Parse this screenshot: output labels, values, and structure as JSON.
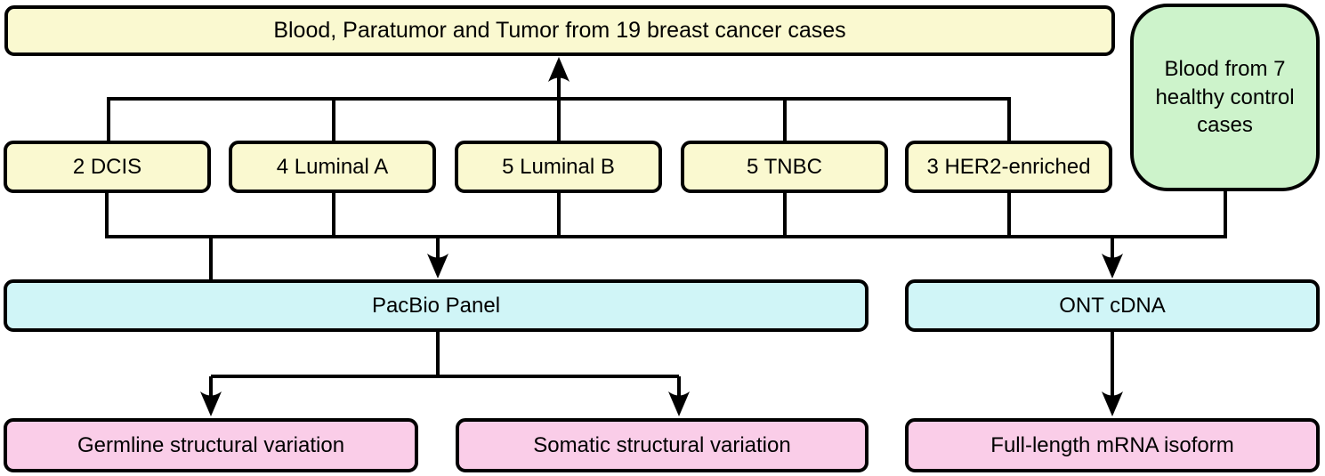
{
  "figure": {
    "nodes": {
      "source": "Blood, Paratumor and Tumor from 19 breast cancer cases",
      "healthy_control": "Blood from 7 healthy control cases",
      "dcis": "2 DCIS",
      "luminal_a": "4 Luminal A",
      "luminal_b": "5 Luminal B",
      "tnbc": "5 TNBC",
      "her2": "3 HER2-enriched",
      "pacbio": "PacBio Panel",
      "ont": "ONT cDNA",
      "germline": "Germline structural variation",
      "somatic": "Somatic structural variation",
      "isoform": "Full-length mRNA isoform"
    },
    "colors": {
      "sample_yellow": "#FAF9D0",
      "control_green": "#CDF3CB",
      "platform_cyan": "#D0F5F7",
      "result_pink": "#FACDE8",
      "line_black": "#000000"
    }
  }
}
